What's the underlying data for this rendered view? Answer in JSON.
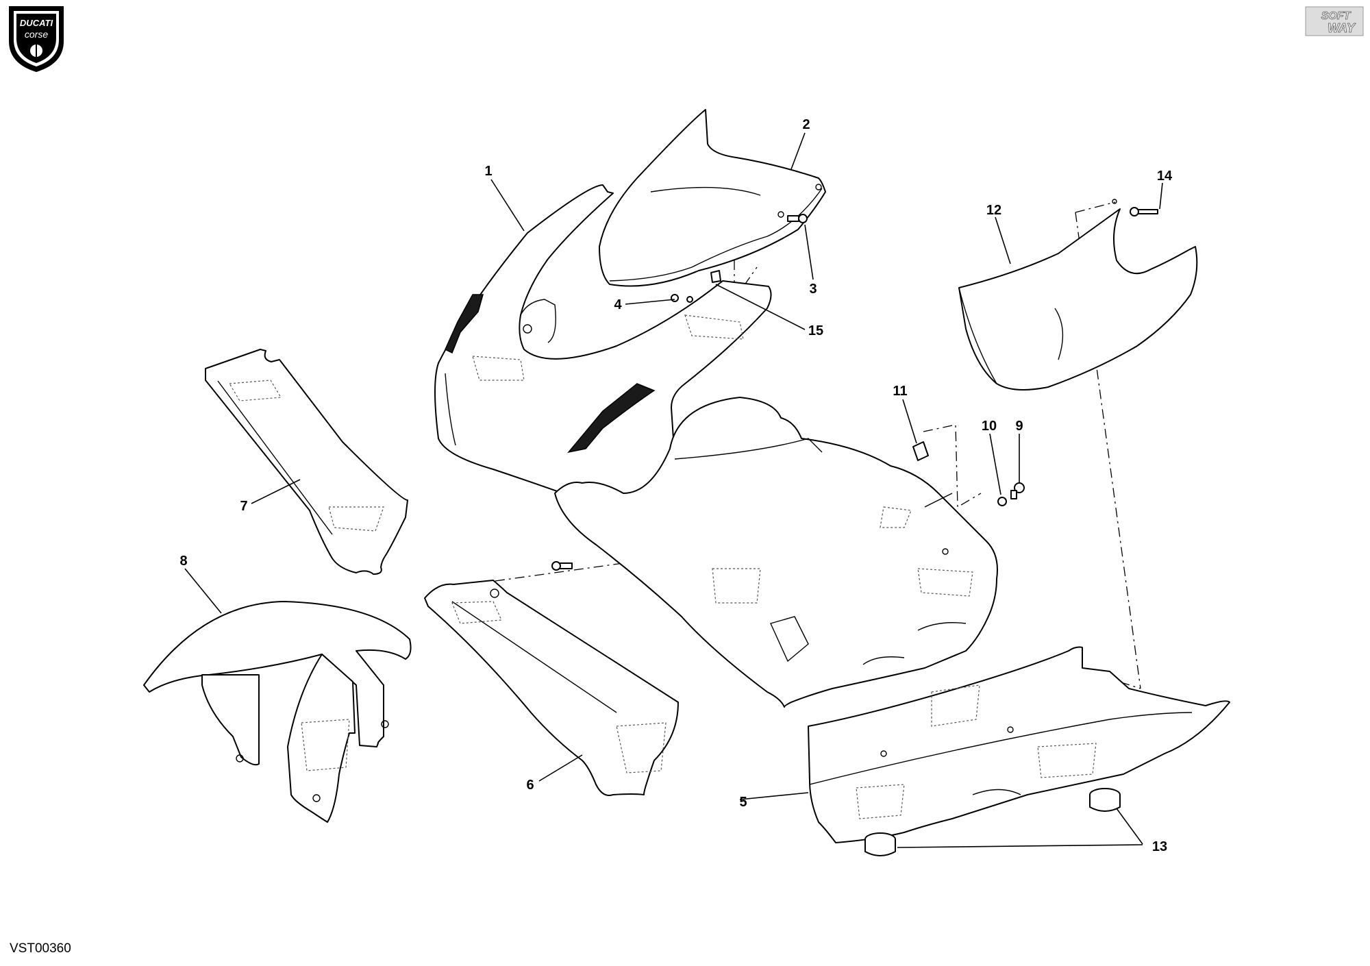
{
  "logo": {
    "text_line1": "DUCATI",
    "text_line2": "corse"
  },
  "brand_badge": {
    "line1": "SOFT",
    "line2": "WAY"
  },
  "drawing_code": "VST00360",
  "callouts": {
    "c1": "1",
    "c2": "2",
    "c3": "3",
    "c4": "4",
    "c5": "5",
    "c6": "6",
    "c7": "7",
    "c8": "8",
    "c9": "9",
    "c10": "10",
    "c11": "11",
    "c12": "12",
    "c13": "13",
    "c14": "14",
    "c15": "15"
  }
}
